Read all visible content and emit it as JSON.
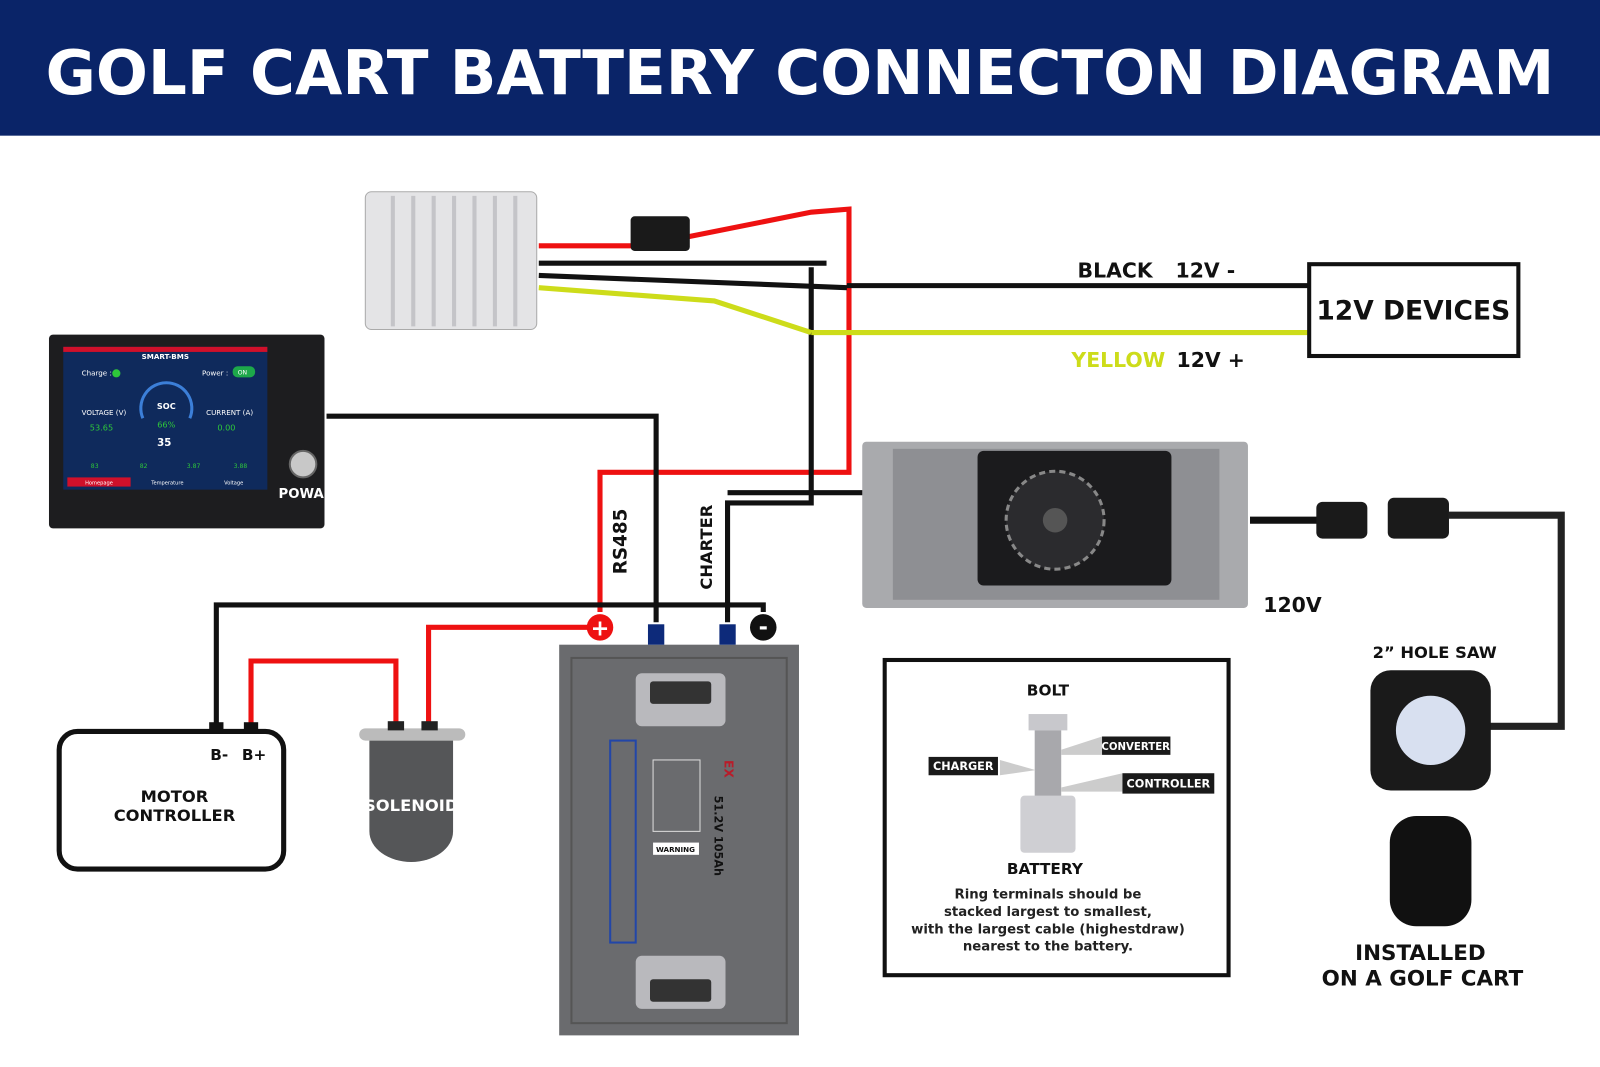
{
  "title": "GOLF CART BATTERY CONNECTON DIAGRAM",
  "colors": {
    "header_bg": "#0a2468",
    "red_wire": "#ee1111",
    "black_wire": "#111111",
    "yellow_wire": "#cddc1a",
    "battery": "#6a6b6e"
  },
  "labels": {
    "black": "BLACK",
    "black_v": "12V -",
    "yellow": "YELLOW",
    "yellow_v": "12V +",
    "devices": "12V DEVICES",
    "rs485": "RS485",
    "charter": "CHARTER",
    "v120": "120V",
    "hole_saw": "2” HOLE SAW",
    "installed_1": "INSTALLED",
    "installed_2": "ON A GOLF CART",
    "powar": "POWAR",
    "b_minus": "B-",
    "b_plus": "B+",
    "motor_1": "MOTOR",
    "motor_2": "CONTROLLER",
    "solenoid": "SOLENOID",
    "plus": "+",
    "minus": "-"
  },
  "bms": {
    "title": "SMART-BMS",
    "charge": "Charge :",
    "power": "Power :",
    "on": "ON",
    "soc": "SOC",
    "soc_value": "66%",
    "voltage_label": "VOLTAGE (V)",
    "voltage": "53.65",
    "current_label": "CURRENT (A)",
    "current": "0.00",
    "temp_value": "35",
    "t1": "83",
    "t2": "82",
    "v1": "3.87",
    "v2": "3.88",
    "tabs": [
      "Homepage",
      "Temperature",
      "Voltage"
    ]
  },
  "battery_label": {
    "brand": "EX",
    "model": "51.2V 105Ah",
    "warning": "WARNING"
  },
  "bolt": {
    "bolt": "BOLT",
    "converter": "CONVERTER",
    "charger": "CHARGER",
    "controller": "CONTROLLER",
    "battery": "BATTERY",
    "note": [
      "Ring terminals should be",
      "stacked largest to smallest,",
      "with the largest cable (highestdraw)",
      "nearest to the battery."
    ]
  }
}
